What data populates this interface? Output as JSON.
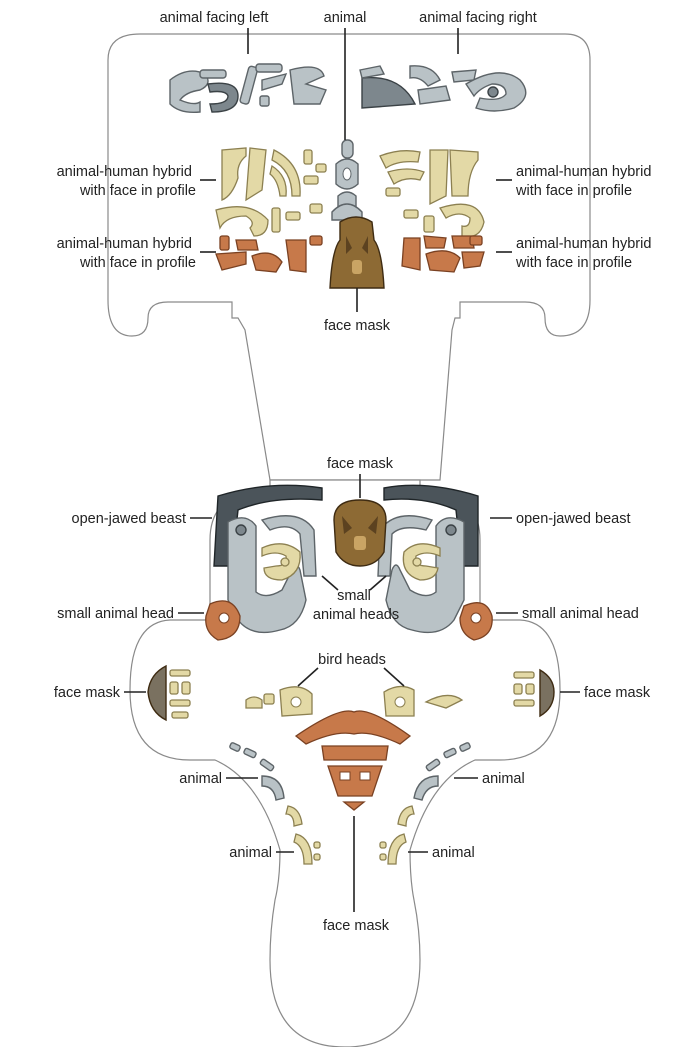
{
  "labels": {
    "top_left": "animal facing left",
    "top_center": "animal",
    "top_right": "animal facing right",
    "hybrid_ul": [
      "animal-human hybrid",
      "with face in profile"
    ],
    "hybrid_ur": [
      "animal-human hybrid",
      "with face in profile"
    ],
    "hybrid_ll": [
      "animal-human hybrid",
      "with face in profile"
    ],
    "hybrid_lr": [
      "animal-human hybrid",
      "with face in profile"
    ],
    "face_mask_upper": "face mask",
    "face_mask_mid": "face mask",
    "beast_left": "open-jawed beast",
    "beast_right": "open-jawed beast",
    "small_heads_center": [
      "small",
      "animal heads"
    ],
    "small_head_left": "small animal head",
    "small_head_right": "small animal head",
    "bird_heads": "bird heads",
    "face_mask_left": "face mask",
    "face_mask_right": "face mask",
    "animal_left_upper": "animal",
    "animal_right_upper": "animal",
    "animal_left_lower": "animal",
    "animal_right_lower": "animal",
    "face_mask_bottom": "face mask"
  },
  "colors": {
    "silver": "#b9c2c6",
    "cream": "#e3d9a6",
    "copper": "#c7794a",
    "bronze": "#8d6a34",
    "outline": "#8a8a8a"
  }
}
